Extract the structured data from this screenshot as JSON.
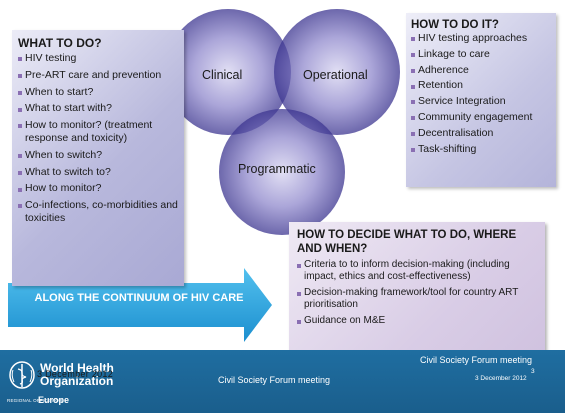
{
  "venn": {
    "clinical": "Clinical",
    "operational": "Operational",
    "programmatic": "Programmatic"
  },
  "what_to_do": {
    "title": "WHAT TO DO?",
    "items": [
      "HIV testing",
      "Pre-ART care and prevention",
      "When to start?",
      "What to start with?",
      "How to monitor? (treatment response and toxicity)",
      "When to switch?",
      "What to switch to?",
      "How to monitor?",
      "Co-infections, co-morbidities and toxicities"
    ]
  },
  "how_to_do": {
    "title": "HOW TO DO IT?",
    "items": [
      "HIV testing approaches",
      "Linkage to care",
      "Adherence",
      "Retention",
      "Service Integration",
      "Community engagement",
      "Decentralisation",
      "Task-shifting"
    ]
  },
  "how_to_decide": {
    "title": "HOW TO DECIDE WHAT TO DO, WHERE AND WHEN?",
    "items": [
      "Criteria to to inform decision-making (including impact, ethics and cost-effectiveness)",
      "Decision-making framework/tool for country ART prioritisation",
      "Guidance on M&E"
    ]
  },
  "arrow": {
    "label": "ALONG THE CONTINUUM OF HIV CARE"
  },
  "footer": {
    "org_name": "World Health Organization",
    "date_overlay": "3 December 2012",
    "office": "REGIONAL OFFICE FOR",
    "region": "Europe",
    "center_text": "Civil Society Forum meeting",
    "right_title": "Civil Society Forum meeting",
    "right_date": "3 December 2012",
    "page_number": "3"
  },
  "colors": {
    "circle_fill": "#6a63b0",
    "panel_lavender": "#b8b8dc",
    "panel_pink": "#d9cde6",
    "arrow_blue": "#2da8e0",
    "footer_blue": "#1f6ea1"
  }
}
